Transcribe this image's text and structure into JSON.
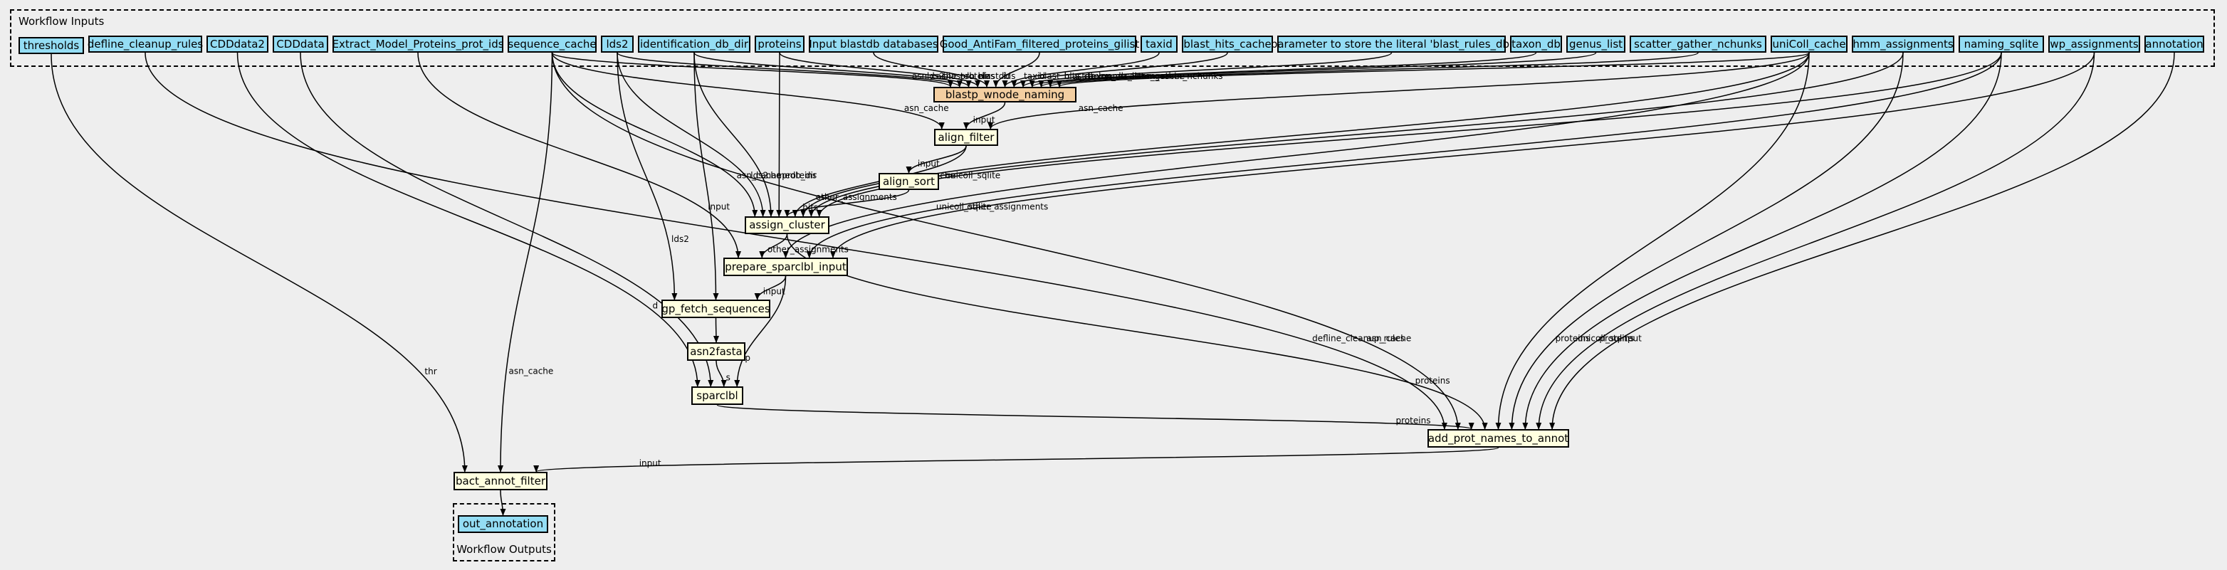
{
  "clusters": {
    "inputs_label": "Workflow Inputs",
    "outputs_label": "Workflow Outputs"
  },
  "inputs": [
    {
      "id": "thresholds",
      "label": "thresholds"
    },
    {
      "id": "defline_cleanup_rules",
      "label": "defline_cleanup_rules"
    },
    {
      "id": "CDDdata2",
      "label": "CDDdata2"
    },
    {
      "id": "CDDdata",
      "label": "CDDdata"
    },
    {
      "id": "Extract_Model_Proteins_prot_ids",
      "label": "Extract_Model_Proteins_prot_ids"
    },
    {
      "id": "sequence_cache",
      "label": "sequence_cache"
    },
    {
      "id": "lds2",
      "label": "lds2"
    },
    {
      "id": "identification_db_dir",
      "label": "identification_db_dir"
    },
    {
      "id": "proteins",
      "label": "proteins"
    },
    {
      "id": "input_blastdb",
      "label": "Input blastdb databases"
    },
    {
      "id": "good_antifam",
      "label": "Good_AntiFam_filtered_proteins_gilist"
    },
    {
      "id": "taxid",
      "label": "taxid"
    },
    {
      "id": "blast_hits_cache",
      "label": "blast_hits_cache"
    },
    {
      "id": "blast_rules_param",
      "label": "parameter to store the literal 'blast_rules_db'"
    },
    {
      "id": "taxon_db",
      "label": "taxon_db"
    },
    {
      "id": "genus_list",
      "label": "genus_list"
    },
    {
      "id": "scatter_gather_nchunks",
      "label": "scatter_gather_nchunks"
    },
    {
      "id": "uniColl_cache",
      "label": "uniColl_cache"
    },
    {
      "id": "hmm_assignments",
      "label": "hmm_assignments"
    },
    {
      "id": "naming_sqlite",
      "label": "naming_sqlite"
    },
    {
      "id": "wp_assignments",
      "label": "wp_assignments"
    },
    {
      "id": "annotation",
      "label": "annotation"
    }
  ],
  "steps": [
    {
      "id": "blastp_wnode_naming",
      "label": "blastp_wnode_naming"
    },
    {
      "id": "align_filter",
      "label": "align_filter"
    },
    {
      "id": "align_sort",
      "label": "align_sort"
    },
    {
      "id": "assign_cluster",
      "label": "assign_cluster"
    },
    {
      "id": "prepare_sparclbl_input",
      "label": "prepare_sparclbl_input"
    },
    {
      "id": "gp_fetch_sequences",
      "label": "gp_fetch_sequences"
    },
    {
      "id": "asn2fasta",
      "label": "asn2fasta"
    },
    {
      "id": "sparclbl",
      "label": "sparclbl"
    },
    {
      "id": "add_prot_names_to_annot",
      "label": "add_prot_names_to_annot"
    },
    {
      "id": "bact_annot_filter",
      "label": "bact_annot_filter"
    }
  ],
  "outputs": [
    {
      "id": "out_annotation",
      "label": "out_annotation"
    }
  ],
  "edges": [
    {
      "from": "sequence_cache",
      "to": "blastp_wnode_naming",
      "label": "asn_cache"
    },
    {
      "from": "lds2",
      "to": "blastp_wnode_naming",
      "label": "lds2"
    },
    {
      "from": "identification_db_dir",
      "to": "blastp_wnode_naming",
      "label": "blastdb_dir"
    },
    {
      "from": "proteins",
      "to": "blastp_wnode_naming",
      "label": "proteins"
    },
    {
      "from": "input_blastdb",
      "to": "blastp_wnode_naming",
      "label": "blastdb"
    },
    {
      "from": "good_antifam",
      "to": "blastp_wnode_naming",
      "label": "ids"
    },
    {
      "from": "taxid",
      "to": "blastp_wnode_naming",
      "label": "taxid"
    },
    {
      "from": "blast_hits_cache",
      "to": "blastp_wnode_naming",
      "label": "blast_hits_cache"
    },
    {
      "from": "blast_rules_param",
      "to": "blastp_wnode_naming",
      "label": "blastdb"
    },
    {
      "from": "taxon_db",
      "to": "blastp_wnode_naming",
      "label": "taxon_db"
    },
    {
      "from": "genus_list",
      "to": "blastp_wnode_naming",
      "label": "genus_list"
    },
    {
      "from": "scatter_gather_nchunks",
      "to": "blastp_wnode_naming",
      "label": "scatter_gather_nchunks"
    },
    {
      "from": "uniColl_cache",
      "to": "blastp_wnode_naming",
      "label": "asn_cache"
    },
    {
      "from": "blastp_wnode_naming",
      "to": "align_filter",
      "label": "input"
    },
    {
      "from": "sequence_cache",
      "to": "align_filter",
      "label": "asn_cache"
    },
    {
      "from": "uniColl_cache",
      "to": "align_filter",
      "label": "asn_cache"
    },
    {
      "from": "align_filter",
      "to": "align_sort",
      "label": "input"
    },
    {
      "from": "align_sort",
      "to": "assign_cluster",
      "label": "hits"
    },
    {
      "from": "align_filter",
      "to": "assign_cluster",
      "label": "other_assignments"
    },
    {
      "from": "sequence_cache",
      "to": "assign_cluster",
      "label": "asn_cache"
    },
    {
      "from": "lds2",
      "to": "assign_cluster",
      "label": "lds2"
    },
    {
      "from": "identification_db_dir",
      "to": "assign_cluster",
      "label": "namedb_dir"
    },
    {
      "from": "proteins",
      "to": "assign_cluster",
      "label": "proteins"
    },
    {
      "from": "uniColl_cache",
      "to": "assign_cluster",
      "label": "asn_cache"
    },
    {
      "from": "naming_sqlite",
      "to": "assign_cluster",
      "label": "unicoll_sqlite"
    },
    {
      "from": "hmm_assignments",
      "to": "assign_cluster",
      "label": ""
    },
    {
      "from": "assign_cluster",
      "to": "prepare_sparclbl_input",
      "label": "other_assignments"
    },
    {
      "from": "Extract_Model_Proteins_prot_ids",
      "to": "prepare_sparclbl_input",
      "label": "input"
    },
    {
      "from": "naming_sqlite",
      "to": "prepare_sparclbl_input",
      "label": "unicoll_sqlite"
    },
    {
      "from": "wp_assignments",
      "to": "prepare_sparclbl_input",
      "label": "other_assignments"
    },
    {
      "from": "uniColl_cache",
      "to": "prepare_sparclbl_input",
      "label": ""
    },
    {
      "from": "prepare_sparclbl_input",
      "to": "gp_fetch_sequences",
      "label": "input"
    },
    {
      "from": "lds2",
      "to": "gp_fetch_sequences",
      "label": "lds2"
    },
    {
      "from": "identification_db_dir",
      "to": "gp_fetch_sequences",
      "label": ""
    },
    {
      "from": "gp_fetch_sequences",
      "to": "asn2fasta",
      "label": ""
    },
    {
      "from": "asn2fasta",
      "to": "sparclbl",
      "label": "s"
    },
    {
      "from": "prepare_sparclbl_input",
      "to": "sparclbl",
      "label": "p"
    },
    {
      "from": "CDDdata2",
      "to": "sparclbl",
      "label": "d"
    },
    {
      "from": "CDDdata",
      "to": "sparclbl",
      "label": "b"
    },
    {
      "from": "sparclbl",
      "to": "add_prot_names_to_annot",
      "label": "proteins"
    },
    {
      "from": "assign_cluster",
      "to": "add_prot_names_to_annot",
      "label": "proteins"
    },
    {
      "from": "defline_cleanup_rules",
      "to": "add_prot_names_to_annot",
      "label": "defline_cleanup_rules"
    },
    {
      "from": "sequence_cache",
      "to": "add_prot_names_to_annot",
      "label": "asn_cache"
    },
    {
      "from": "hmm_assignments",
      "to": "add_prot_names_to_annot",
      "label": "proteins"
    },
    {
      "from": "naming_sqlite",
      "to": "add_prot_names_to_annot",
      "label": "unicoll_sqlite"
    },
    {
      "from": "wp_assignments",
      "to": "add_prot_names_to_annot",
      "label": "proteins"
    },
    {
      "from": "annotation",
      "to": "add_prot_names_to_annot",
      "label": "input"
    },
    {
      "from": "uniColl_cache",
      "to": "add_prot_names_to_annot",
      "label": ""
    },
    {
      "from": "add_prot_names_to_annot",
      "to": "bact_annot_filter",
      "label": "input"
    },
    {
      "from": "thresholds",
      "to": "bact_annot_filter",
      "label": "thr"
    },
    {
      "from": "sequence_cache",
      "to": "bact_annot_filter",
      "label": "asn_cache"
    },
    {
      "from": "bact_annot_filter",
      "to": "out_annotation",
      "label": ""
    }
  ]
}
